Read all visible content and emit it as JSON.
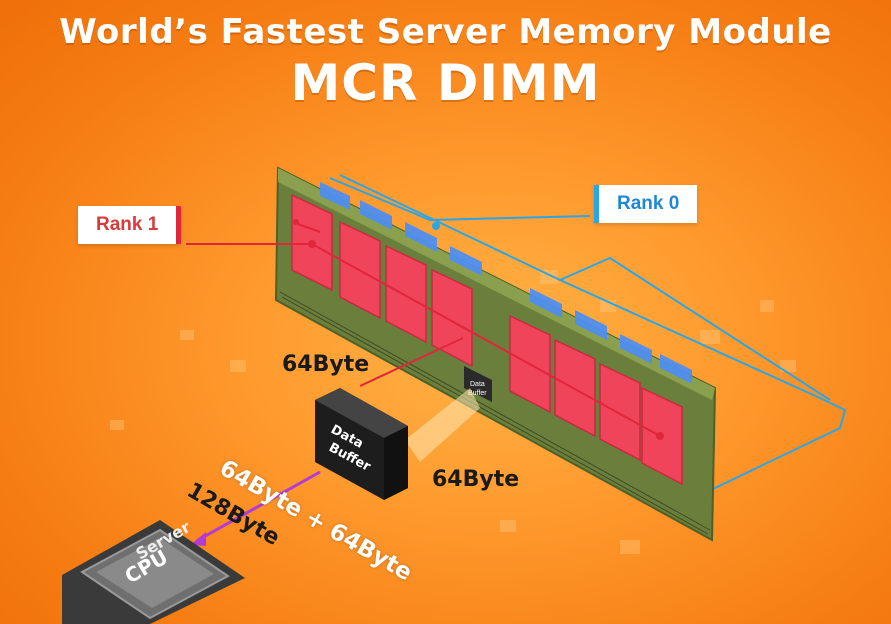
{
  "title": {
    "line1": "World’s Fastest Server Memory Module",
    "line2": "MCR DIMM"
  },
  "labels": {
    "rank1": "Rank 1",
    "rank0": "Rank 0",
    "bytes_upper": "64Byte",
    "bytes_lower": "64Byte",
    "bytes_combined": "64Byte + 64Byte",
    "bytes_total": "128Byte",
    "data_buffer_line1": "Data",
    "data_buffer_line2": "Buffer",
    "small_buffer_line1": "Data",
    "small_buffer_line2": "Buffer",
    "cpu_line1": "Server",
    "cpu_line2": "CPU"
  },
  "colors": {
    "background": "#f57c12",
    "rank1_accent": "#e0263a",
    "rank0_accent": "#2aa6e6",
    "chip": "#f0445a",
    "pcb": "#6b7f3d",
    "arrow": "#b23bd6"
  }
}
